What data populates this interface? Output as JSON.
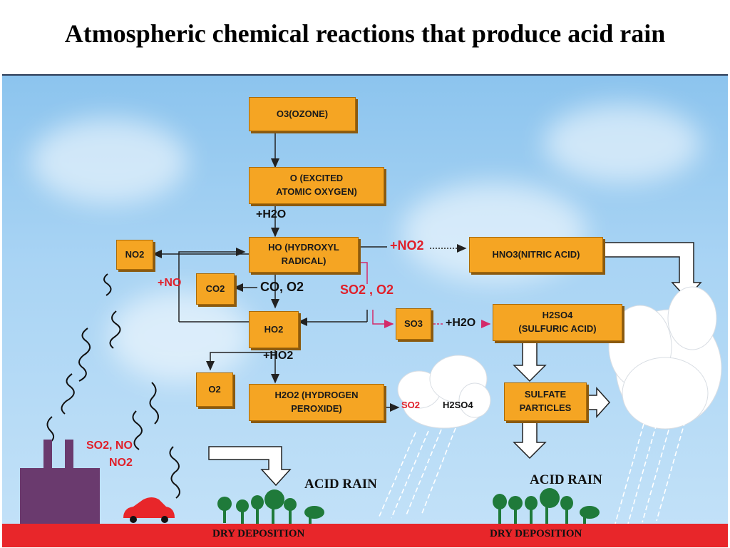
{
  "title": "Atmospheric chemical reactions that produce acid rain",
  "boxes": {
    "ozone": "O3(OZONE)",
    "excited_1": "O (EXCITED",
    "excited_2": "ATOMIC OXYGEN)",
    "hydroxyl_1": "HO (HYDROXYL",
    "hydroxyl_2": "RADICAL)",
    "no2": "NO2",
    "co2": "CO2",
    "ho2": "HO2",
    "o2": "O2",
    "h2o2_1": "H2O2 (HYDROGEN",
    "h2o2_2": "PEROXIDE)",
    "hno3": "HNO3(NITRIC ACID)",
    "so3": "SO3",
    "h2so4_1": "H2SO4",
    "h2so4_2": "(SULFURIC ACID)",
    "sulfate_1": "SULFATE",
    "sulfate_2": "PARTICLES"
  },
  "labels": {
    "plus_h2o": "+H2O",
    "plus_no": "+NO",
    "plus_no2": "+NO2",
    "co_o2": "CO, O2",
    "so2_o2": "SO2 , O2",
    "plus_h2o_2": "+H2O",
    "plus_ho2": "+HO2",
    "so2": "SO2",
    "h2so4": "H2SO4",
    "emissions_1": "SO2, NO",
    "emissions_2": "NO2"
  },
  "footer": {
    "acid_rain_left": "ACID RAIN",
    "acid_rain_right": "ACID RAIN",
    "dry_left": "DRY DEPOSITION",
    "dry_right": "DRY DEPOSITION"
  },
  "colors": {
    "box_fill": "#f5a523",
    "sky": "#a9d4f4",
    "ground": "#e8262a",
    "emission_text": "#e0202a",
    "factory": "#6a3a6e",
    "tree": "#1f7a3a",
    "car": "#e8262a"
  },
  "icons": [
    "factory-icon",
    "car-icon",
    "tree-icon",
    "cloud-icon",
    "smoke-squiggle-icon",
    "hollow-arrow-icon"
  ]
}
